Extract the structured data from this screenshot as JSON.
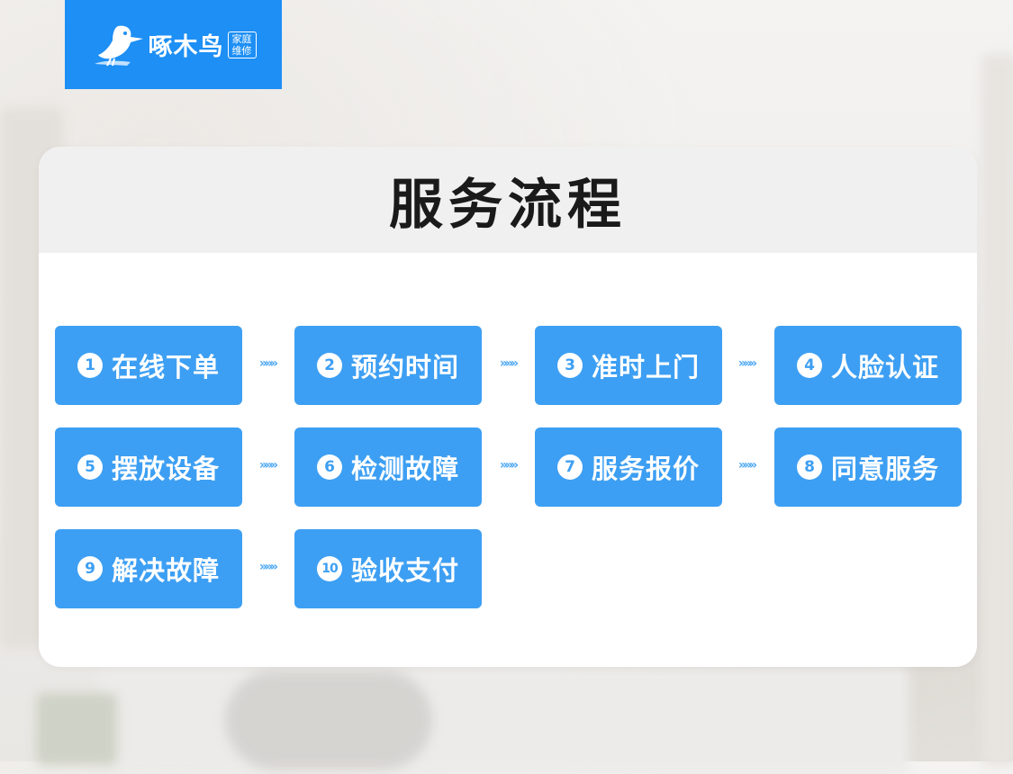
{
  "brand": {
    "name": "啄木鸟",
    "tag": "家庭维修",
    "color": "#1d8ff5"
  },
  "title": "服务流程",
  "arrow_glyph": "»»»",
  "accent": "#3d9ff3",
  "steps": [
    {
      "num": "1",
      "label": "在线下单"
    },
    {
      "num": "2",
      "label": "预约时间"
    },
    {
      "num": "3",
      "label": "准时上门"
    },
    {
      "num": "4",
      "label": "人脸认证"
    },
    {
      "num": "5",
      "label": "摆放设备"
    },
    {
      "num": "6",
      "label": "检测故障"
    },
    {
      "num": "7",
      "label": "服务报价"
    },
    {
      "num": "8",
      "label": "同意服务"
    },
    {
      "num": "9",
      "label": "解决故障"
    },
    {
      "num": "10",
      "label": "验收支付"
    }
  ]
}
